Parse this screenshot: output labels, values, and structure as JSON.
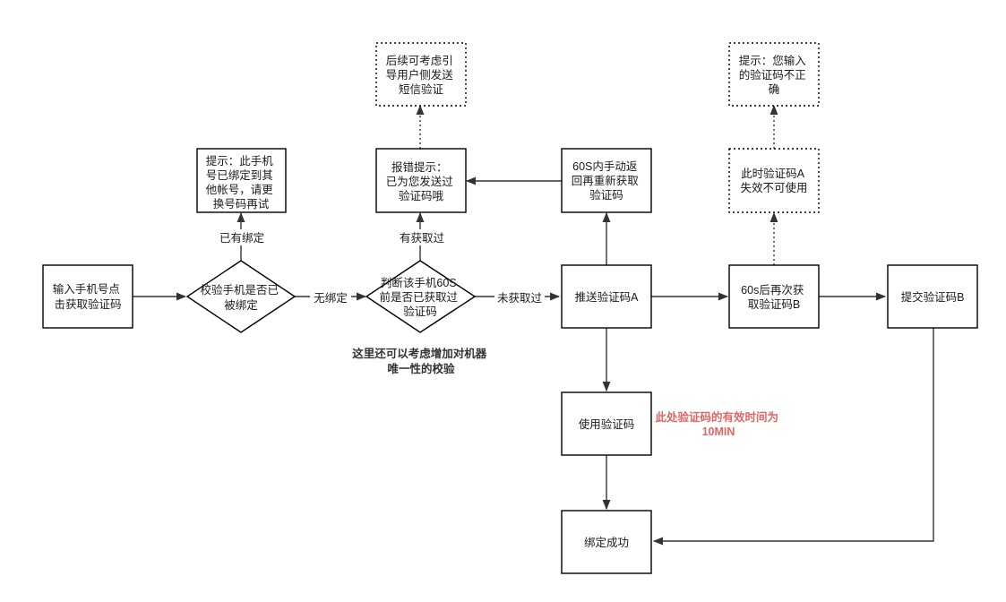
{
  "colors": {
    "note_dark": "#333333",
    "note_red": "#e06666"
  },
  "nodes": {
    "input_phone": [
      "输入手机号点",
      "击获取验证码"
    ],
    "check_phone": [
      "校验手机是否已",
      "被绑定"
    ],
    "tip_bound": [
      "提示：此手机",
      "号已绑定到其",
      "他帐号，请更",
      "换号码再试"
    ],
    "check_60s": [
      "判断该手机60S",
      "前是否已获取过",
      "验证码"
    ],
    "err_tip": [
      "报错提示：",
      "已为您发送过",
      "验证码哦"
    ],
    "guide_sms": [
      "后续可考虑引",
      "导用户侧发送",
      "短信验证"
    ],
    "push_code_a": [
      "推送验证码A"
    ],
    "return_60s": [
      "60S内手动返",
      "回再重新获取",
      "验证码"
    ],
    "use_code": [
      "使用验证码"
    ],
    "bind_success": [
      "绑定成功"
    ],
    "refetch_b": [
      "60s后再次获",
      "取验证码B"
    ],
    "code_a_invalid": [
      "此时验证码A",
      "失效不可使用"
    ],
    "tip_wrong": [
      "提示：您输入",
      "的验证码不正",
      "确"
    ],
    "submit_b": [
      "提交验证码B"
    ]
  },
  "edge_labels": {
    "already_bound": "已有绑定",
    "not_bound": "无绑定",
    "fetched": "有获取过",
    "not_fetched": "未获取过"
  },
  "notes": {
    "device_check": [
      "这里还可以考虑增加对机器",
      "唯一性的校验"
    ],
    "validity": [
      "此处验证码的有效时间为",
      "10MIN"
    ]
  }
}
